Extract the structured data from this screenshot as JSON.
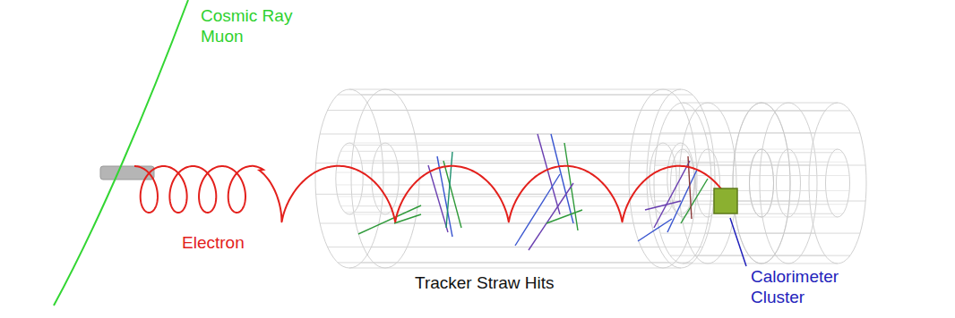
{
  "diagram": {
    "labels": [
      "Cosmic Ray Muon",
      "Electron",
      "Tracker Straw Hits",
      "Calorimeter Cluster"
    ]
  }
}
